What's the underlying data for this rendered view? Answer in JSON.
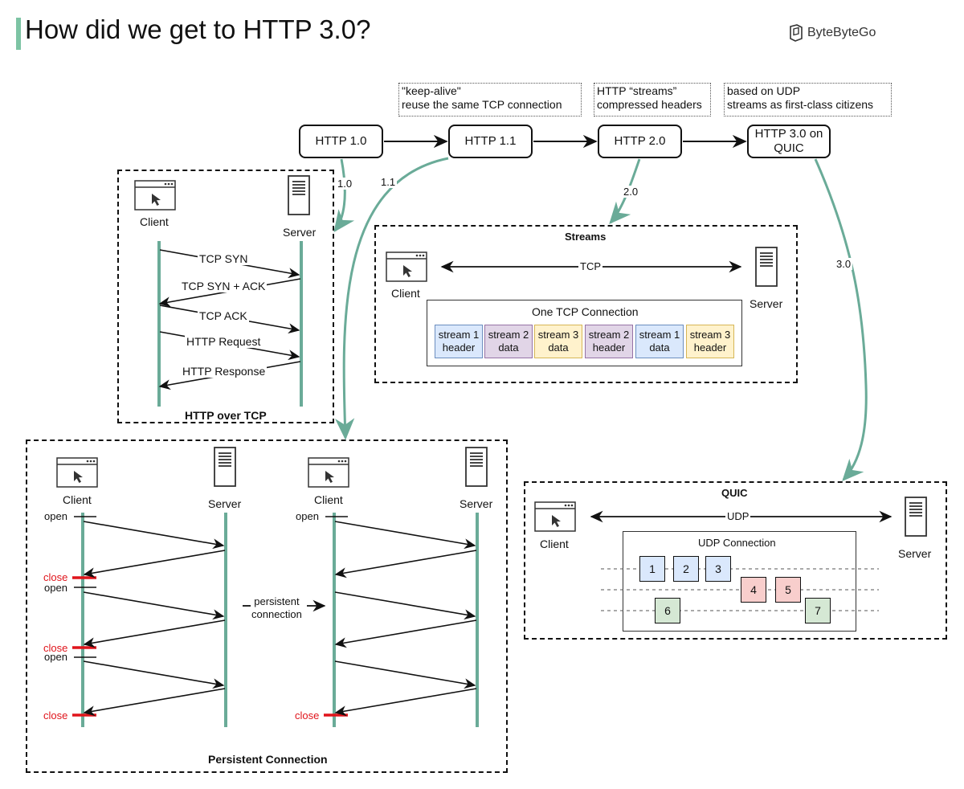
{
  "title": "How did we get to HTTP 3.0?",
  "brand": "ByteByteGo",
  "versions": [
    {
      "label": "HTTP 1.0"
    },
    {
      "label": "HTTP 1.1"
    },
    {
      "label": "HTTP 2.0"
    },
    {
      "label": "HTTP 3.0 on QUIC"
    }
  ],
  "notes": [
    {
      "line1": "\"keep-alive\"",
      "line2": "reuse the same TCP connection"
    },
    {
      "line1": "HTTP “streams”",
      "line2": "compressed headers"
    },
    {
      "line1": "based on UDP",
      "line2": "streams as first-class citizens"
    }
  ],
  "edge_labels": {
    "v10": "1.0",
    "v11": "1.1",
    "v20": "2.0",
    "v30": "3.0"
  },
  "colors": {
    "accent": "#7dc4a4",
    "lifeline": "#6aab98",
    "close": "#e0141b"
  },
  "common": {
    "client": "Client",
    "server": "Server"
  },
  "http_over_tcp": {
    "title": "HTTP over TCP",
    "messages": [
      "TCP SYN",
      "TCP SYN + ACK",
      "TCP ACK",
      "HTTP Request",
      "HTTP Response"
    ]
  },
  "persistent": {
    "title": "Persistent Connection",
    "open": "open",
    "close": "close",
    "middle_line1": "persistent",
    "middle_line2": "connection"
  },
  "streams": {
    "title": "Streams",
    "link": "TCP",
    "connection": "One TCP Connection",
    "boxes": [
      {
        "line1": "stream 1",
        "line2": "header",
        "color": "blue"
      },
      {
        "line1": "stream 2",
        "line2": "data",
        "color": "purple"
      },
      {
        "line1": "stream 3",
        "line2": "data",
        "color": "yellow"
      },
      {
        "line1": "stream 2",
        "line2": "header",
        "color": "purple"
      },
      {
        "line1": "stream 1",
        "line2": "data",
        "color": "blue"
      },
      {
        "line1": "stream 3",
        "line2": "header",
        "color": "yellow"
      }
    ]
  },
  "quic": {
    "title": "QUIC",
    "link": "UDP",
    "connection": "UDP Connection",
    "packets": [
      "1",
      "2",
      "3",
      "4",
      "5",
      "6",
      "7"
    ]
  }
}
